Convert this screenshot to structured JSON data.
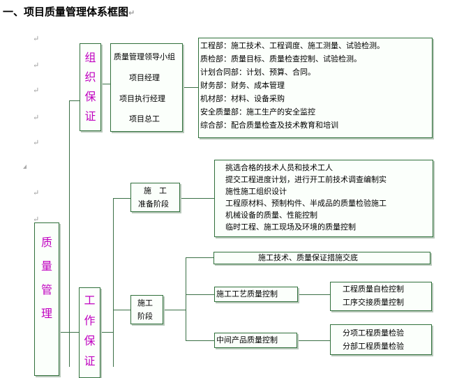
{
  "title": "一、项目质量管理体系框图",
  "paragraph_mark": "↵",
  "left_main": [
    "质",
    "量",
    "管",
    "理"
  ],
  "org": {
    "chars": [
      "组",
      "织",
      "保",
      "证"
    ]
  },
  "work": {
    "chars": [
      "工",
      "作",
      "保",
      "证"
    ]
  },
  "leadership": {
    "lines": [
      "质量管理领导小组",
      "项目经理",
      "项目执行经理",
      "项目总工"
    ]
  },
  "departments": [
    "工程部：施工技术、工程调度、施工测量、试验检测。",
    "质检部：质量目标、质量检查控制、试验检测。",
    "计划合同部：计划、预算、合同。",
    "财务部：财务、成本管理",
    "机材部：材料、设备采购",
    "安全质量部：施工生产的安全监控",
    "综合部：配合质量检查及技术教育和培训"
  ],
  "prep_stage": {
    "line1": "施　工",
    "line2": "准备阶段"
  },
  "prep_items": [
    "挑选合格的技术人员和技术工人",
    "提交工程进度计划，进行开工前技术调查编制实",
    "施性施工组织设计",
    "工程原材料、预制构件、半成品的质量检验施工",
    "机械设备的质量、性能控制",
    "临时工程、施工现场及环境的质量控制"
  ],
  "construction_stage": {
    "line1": "施工",
    "line2": "阶段"
  },
  "tech_disclosure": "施工技术、质量保证措施交底",
  "process_control": "施工工艺质量控制",
  "process_items": [
    "工程质量自检控制",
    "工序交接质量控制"
  ],
  "intermediate": "中间产品质量控制",
  "intermediate_items": [
    "分项工程质量检验",
    "分部工程质量检验"
  ]
}
